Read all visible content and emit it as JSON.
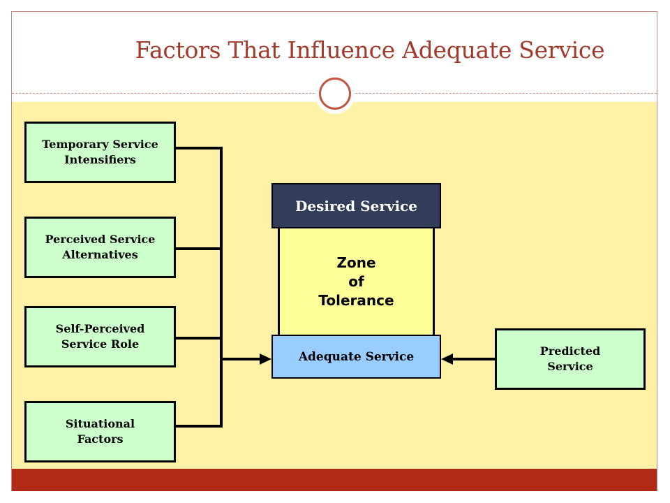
{
  "title": "Factors That Influence Adequate Service",
  "factors": [
    {
      "label": "Temporary Service\nIntensifiers"
    },
    {
      "label": "Perceived Service\nAlternatives"
    },
    {
      "label": "Self-Perceived\nService Role"
    },
    {
      "label": "Situational \nFactors"
    }
  ],
  "center": {
    "desired": "Desired Service",
    "zone": "Zone\nof\nTolerance",
    "adequate": "Adequate Service"
  },
  "predicted": "Predicted\nService",
  "colors": {
    "title": "#a33a2a",
    "background": "#fff1a6",
    "factor_box": "#ccffcc",
    "desired_box": "#333d5a",
    "zone_box": "#ffff99",
    "adequate_box": "#99ccff",
    "footer_bar": "#b12a17"
  }
}
